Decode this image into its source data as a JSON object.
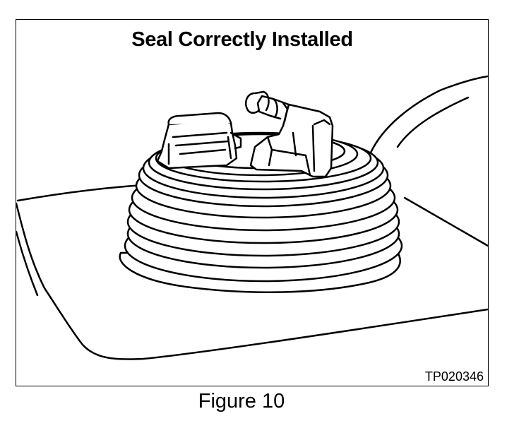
{
  "figure": {
    "heading": "Seal Correctly Installed",
    "part_code": "TP020346",
    "caption": "Figure 10"
  }
}
